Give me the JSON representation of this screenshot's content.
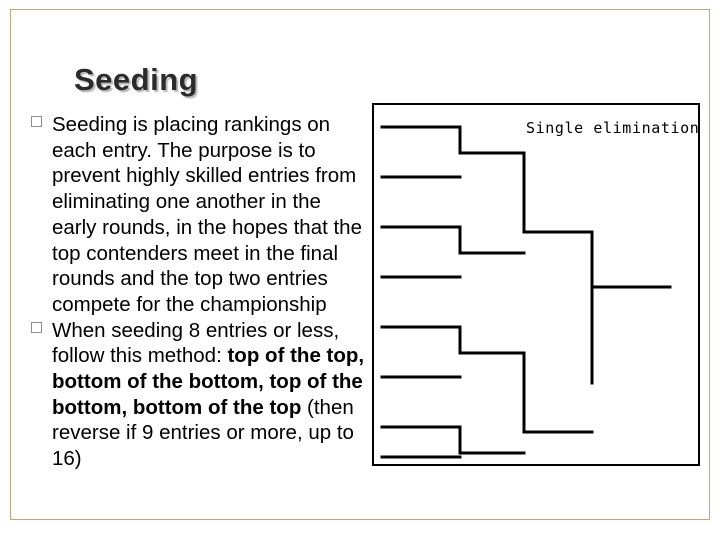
{
  "slide": {
    "title": "Seeding",
    "bullets": [
      {
        "marker": "square-bullet",
        "segments": [
          {
            "text": "Seeding is placing rankings on each entry. The purpose is to prevent highly skilled entries from eliminating one another in the early rounds, in the hopes that the top contenders meet in the final rounds and the top two entries compete for the championship",
            "bold": false
          }
        ]
      },
      {
        "marker": "square-bullet",
        "segments": [
          {
            "text": "When seeding 8 entries or less, follow this method: ",
            "bold": false
          },
          {
            "text": "top of the top, bottom of the bottom, top of the bottom, bottom of the top",
            "bold": true
          },
          {
            "text": " (then reverse if 9 entries or more, up to 16)",
            "bold": false
          }
        ]
      }
    ],
    "diagram": {
      "label": "Single elimination",
      "type": "single-elimination-bracket",
      "entry_lines": 8,
      "rounds": 4
    }
  }
}
